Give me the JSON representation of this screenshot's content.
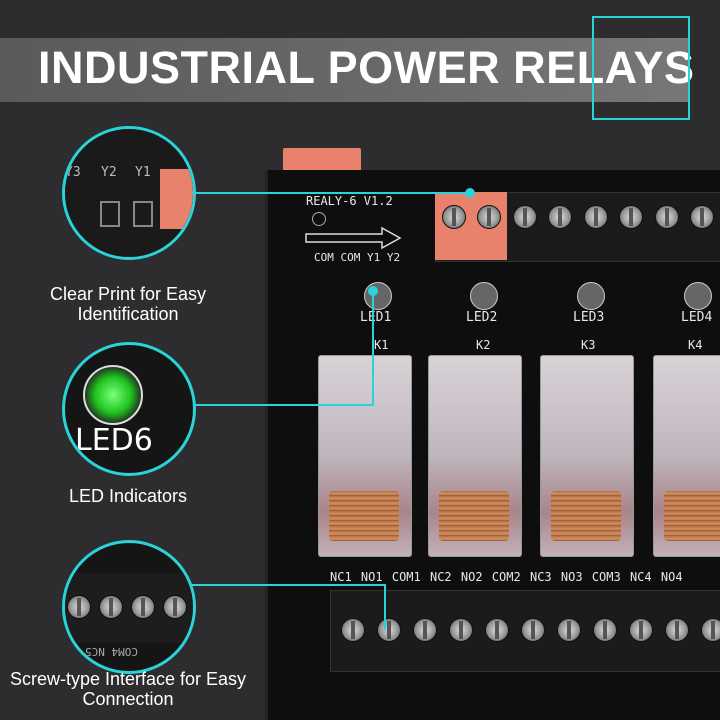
{
  "header": {
    "title": "INDUSTRIAL POWER RELAYS"
  },
  "accent_color": "#29d3d8",
  "board": {
    "model": "REALY-6  V1.2",
    "input_labels": "COM COM Y1  Y2",
    "leds": [
      "LED1",
      "LED2",
      "LED3",
      "LED4"
    ],
    "relays": [
      "K1",
      "K2",
      "K3",
      "K4"
    ],
    "output_labels": [
      "NC1",
      "NO1",
      "COM1",
      "NC2",
      "NO2",
      "COM2",
      "NC3",
      "NO3",
      "COM3",
      "NC4",
      "NO4"
    ]
  },
  "callouts": [
    {
      "caption": "Clear Print for Easy Identification",
      "detail_labels": [
        "Y3",
        "Y2",
        "Y1"
      ]
    },
    {
      "caption": "LED Indicators",
      "detail_labels": [
        "LED6"
      ]
    },
    {
      "caption": "Screw-type Interface for Easy Connection",
      "detail_labels": [
        "COM4 NC5"
      ]
    }
  ]
}
